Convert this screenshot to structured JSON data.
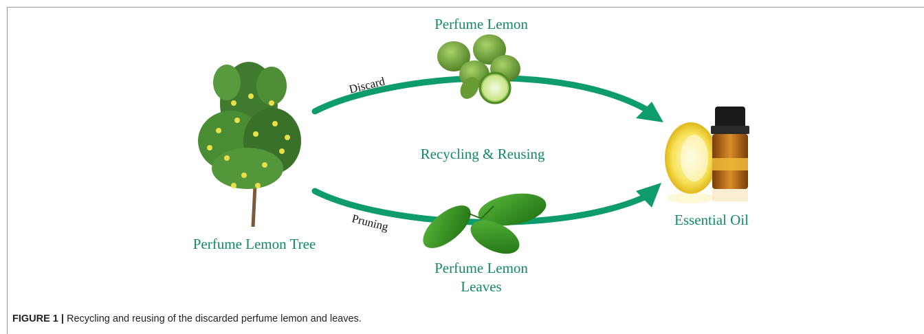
{
  "labels": {
    "perfume_lemon": "Perfume Lemon",
    "center": "Recycling & Reusing",
    "tree": "Perfume Lemon Tree",
    "leaves_line1": "Perfume Lemon",
    "leaves_line2": "Leaves",
    "essential_oil": "Essential Oil"
  },
  "arrows": {
    "top": "Discard",
    "bottom": "Pruning"
  },
  "caption": {
    "prefix": "FIGURE 1 |",
    "text": " Recycling and reusing of the discarded perfume lemon and leaves."
  },
  "colors": {
    "arrow": "#0e9c6c",
    "label": "#138a63",
    "lemon_green": "#6fa53a",
    "leaf_green": "#2f8f1e",
    "oil_amber": "#c0791a"
  }
}
